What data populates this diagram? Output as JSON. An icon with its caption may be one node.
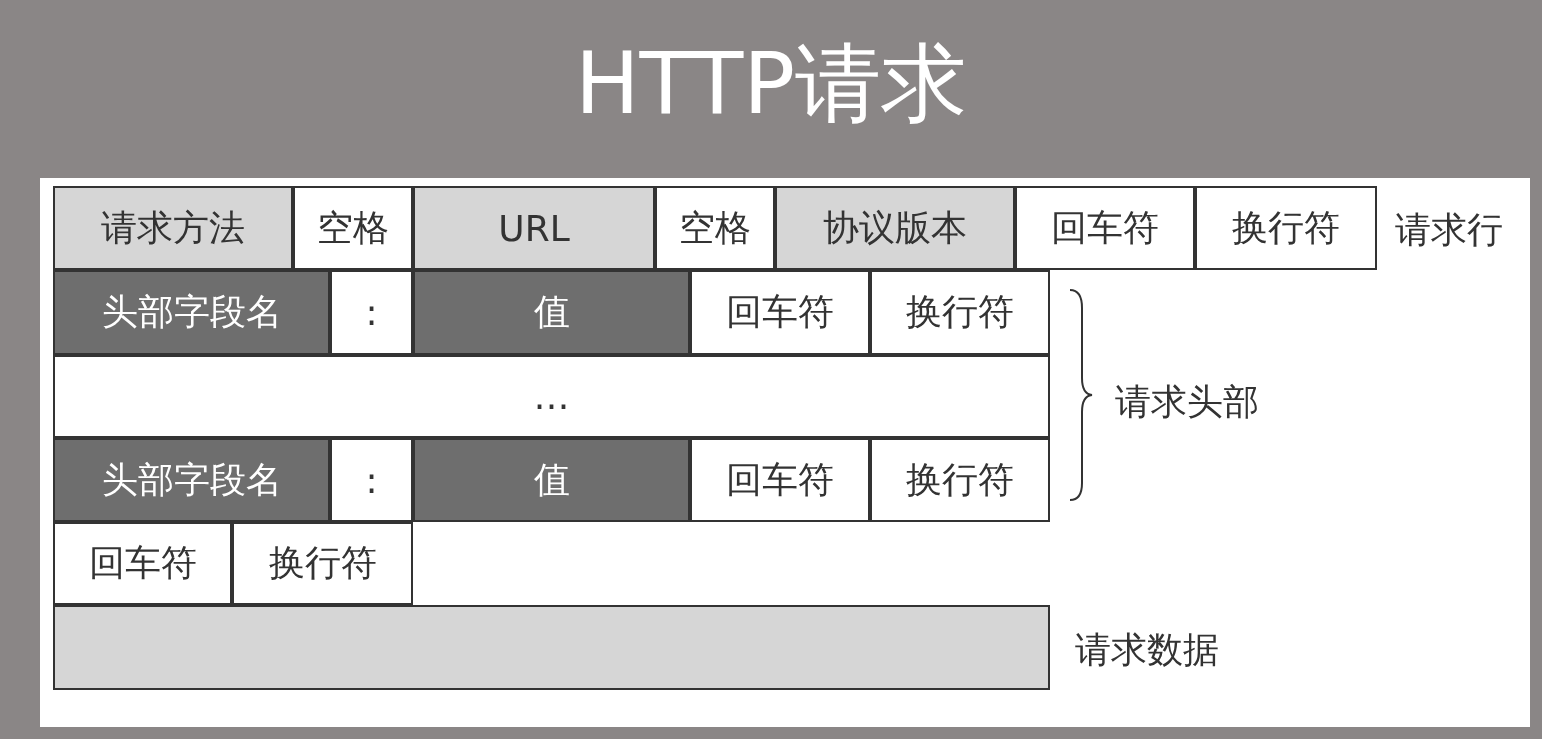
{
  "diagram": {
    "title": "HTTP请求",
    "nodes": [
      {
        "text": [
          "请求方法"
        ]
      },
      {
        "text": [
          "空格"
        ]
      },
      {
        "text": [
          "URL"
        ]
      },
      {
        "text": [
          "空格"
        ]
      },
      {
        "text": [
          "协议版本"
        ]
      },
      {
        "text": [
          "回车符"
        ]
      },
      {
        "text": [
          "换行符"
        ]
      },
      {
        "text": [
          "头部字段名"
        ]
      },
      {
        "text": [
          ":"
        ]
      },
      {
        "text": [
          "值"
        ]
      },
      {
        "text": [
          "回车符"
        ]
      },
      {
        "text": [
          "换行符"
        ]
      },
      {
        "text": [
          "…"
        ]
      },
      {
        "text": [
          "头部字段名"
        ]
      },
      {
        "text": [
          ":"
        ]
      },
      {
        "text": [
          "值"
        ]
      },
      {
        "text": [
          "回车符"
        ]
      },
      {
        "text": [
          "换行符"
        ]
      },
      {
        "text": [
          "回车符"
        ]
      },
      {
        "text": [
          "换行符"
        ]
      },
      {
        "text": [],
        "shape": "bar"
      }
    ],
    "labels": [
      "请求行",
      "请求头部",
      "请求数据"
    ]
  }
}
